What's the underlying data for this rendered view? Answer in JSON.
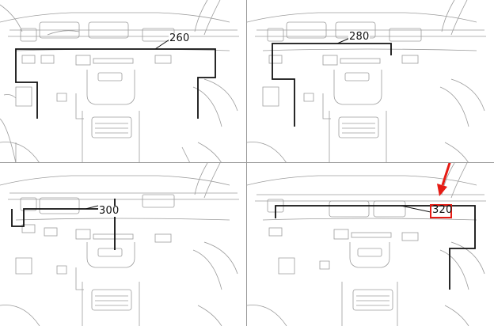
{
  "panels": [
    {
      "id": "p260",
      "value_label": "260",
      "highlighted": false
    },
    {
      "id": "p280",
      "value_label": "280",
      "highlighted": false
    },
    {
      "id": "p300",
      "value_label": "300",
      "highlighted": false
    },
    {
      "id": "p320",
      "value_label": "320",
      "highlighted": true
    }
  ],
  "colors": {
    "sketch_line": "#9c9c9c",
    "outline": "#111111",
    "highlight": "#e51b14",
    "divider": "#9a9a9a"
  },
  "icons": {
    "pointer": "red-arrow-icon",
    "highlight": "red-rectangle-highlight"
  }
}
